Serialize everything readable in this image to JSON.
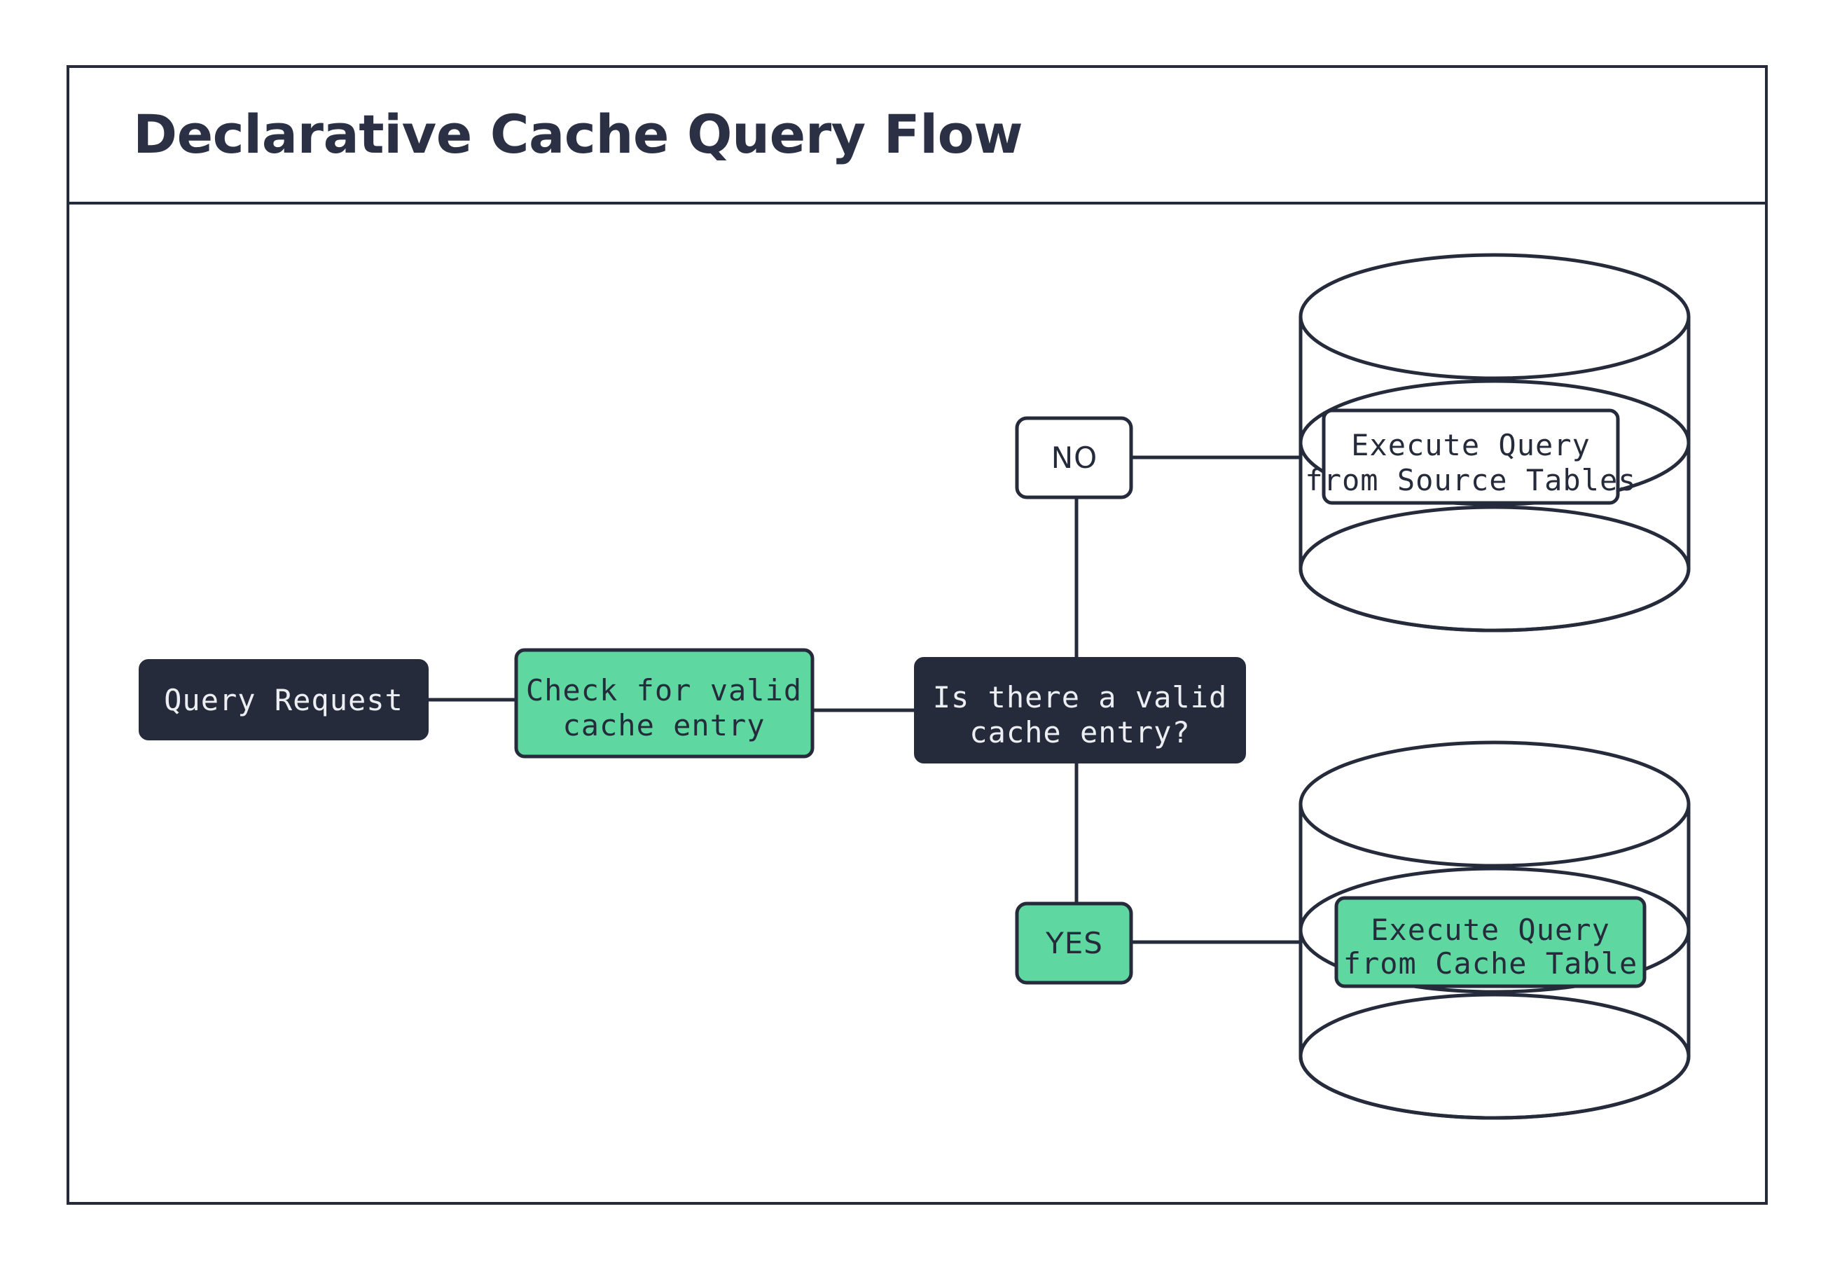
{
  "diagram": {
    "title": "Declarative Cache Query Flow",
    "type": "flowchart",
    "colors": {
      "accent_green": "#5fd7a0",
      "dark_navy": "#252b3b",
      "background": "#ffffff",
      "light_text": "#eceef2"
    },
    "nodes": [
      {
        "id": "query-request",
        "label": "Query Request",
        "shape": "rounded-rect",
        "style": "dark-filled",
        "lines": [
          "Query Request"
        ]
      },
      {
        "id": "check-cache",
        "label": "Check for valid cache entry",
        "shape": "rounded-rect",
        "style": "green-filled",
        "lines": [
          "Check for valid",
          "cache entry"
        ]
      },
      {
        "id": "decision",
        "label": "Is there a valid cache entry?",
        "shape": "rounded-rect",
        "style": "dark-filled",
        "lines": [
          "Is there a valid",
          "cache entry?"
        ]
      },
      {
        "id": "source-db",
        "label": "Execute Query from Source Tables",
        "shape": "cylinder",
        "style": "white-filled",
        "lines": [
          "Execute Query",
          "from Source Tables"
        ]
      },
      {
        "id": "cache-db",
        "label": "Execute Query from Cache Table",
        "shape": "cylinder",
        "style": "green-filled",
        "lines": [
          "Execute Query",
          "from Cache Table"
        ]
      }
    ],
    "branches": [
      {
        "id": "branch-no",
        "label": "NO",
        "style": "white-filled",
        "target": "source-db"
      },
      {
        "id": "branch-yes",
        "label": "YES",
        "style": "green-filled",
        "target": "cache-db"
      }
    ],
    "edges": [
      {
        "from": "query-request",
        "to": "check-cache"
      },
      {
        "from": "check-cache",
        "to": "decision"
      },
      {
        "from": "decision",
        "to": "branch-no"
      },
      {
        "from": "decision",
        "to": "branch-yes"
      },
      {
        "from": "branch-no",
        "to": "source-db"
      },
      {
        "from": "branch-yes",
        "to": "cache-db"
      }
    ]
  }
}
